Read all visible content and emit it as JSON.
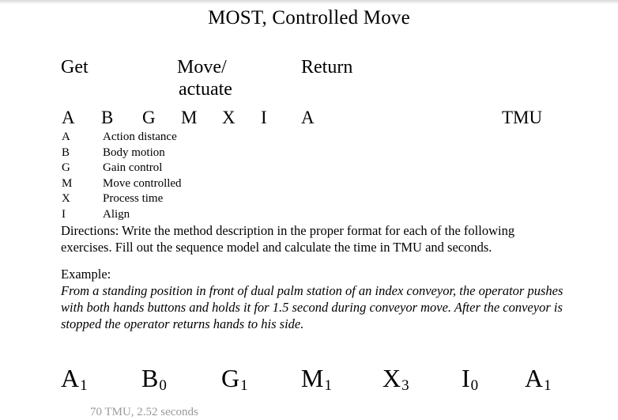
{
  "document": {
    "title": "MOST, Controlled Move",
    "phase_headers": {
      "get": "Get",
      "move_line1": "Move/",
      "move_line2": "actuate",
      "return": "Return"
    },
    "sequence_model": {
      "letters": [
        "A",
        "B",
        "G",
        "M",
        "X",
        "I",
        "A"
      ],
      "units_label": "TMU"
    },
    "legend": [
      {
        "key": "A",
        "description": "Action distance"
      },
      {
        "key": "B",
        "description": "Body motion"
      },
      {
        "key": "G",
        "description": "Gain control"
      },
      {
        "key": "M",
        "description": "Move controlled"
      },
      {
        "key": "X",
        "description": "Process time"
      },
      {
        "key": "I",
        "description": "Align"
      }
    ],
    "directions": "Directions:  Write the method description in the proper format for each of the following exercises.  Fill out the sequence model and calculate the time in TMU and seconds.",
    "example": {
      "label": "Example:",
      "body": "From a standing position in front of dual palm station of an index conveyor, the operator pushes with both hands buttons and holds it for 1.5 second during conveyor move. After the conveyor is stopped the operator returns hands to his side."
    },
    "example_answer": {
      "terms": [
        {
          "letter": "A",
          "index": "1"
        },
        {
          "letter": "B",
          "index": "0"
        },
        {
          "letter": "G",
          "index": "1"
        },
        {
          "letter": "M",
          "index": "1"
        },
        {
          "letter": "X",
          "index": "3"
        },
        {
          "letter": "I",
          "index": "0"
        },
        {
          "letter": "A",
          "index": "1"
        }
      ],
      "result": "70 TMU, 2.52 seconds"
    }
  }
}
